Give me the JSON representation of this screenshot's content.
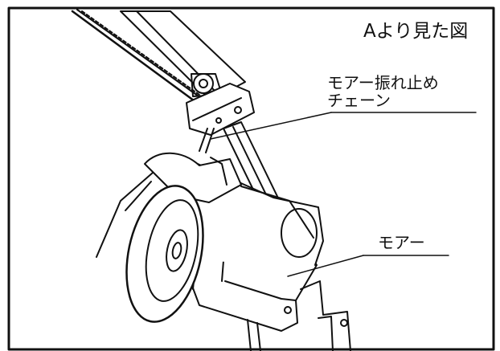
{
  "figure": {
    "view_title": "Aより見た図",
    "chain_label_line1": "モアー振れ止め",
    "chain_label_line2": "チェーン",
    "motor_label": "モアー"
  },
  "colors": {
    "line": "#111111",
    "background": "#ffffff"
  }
}
